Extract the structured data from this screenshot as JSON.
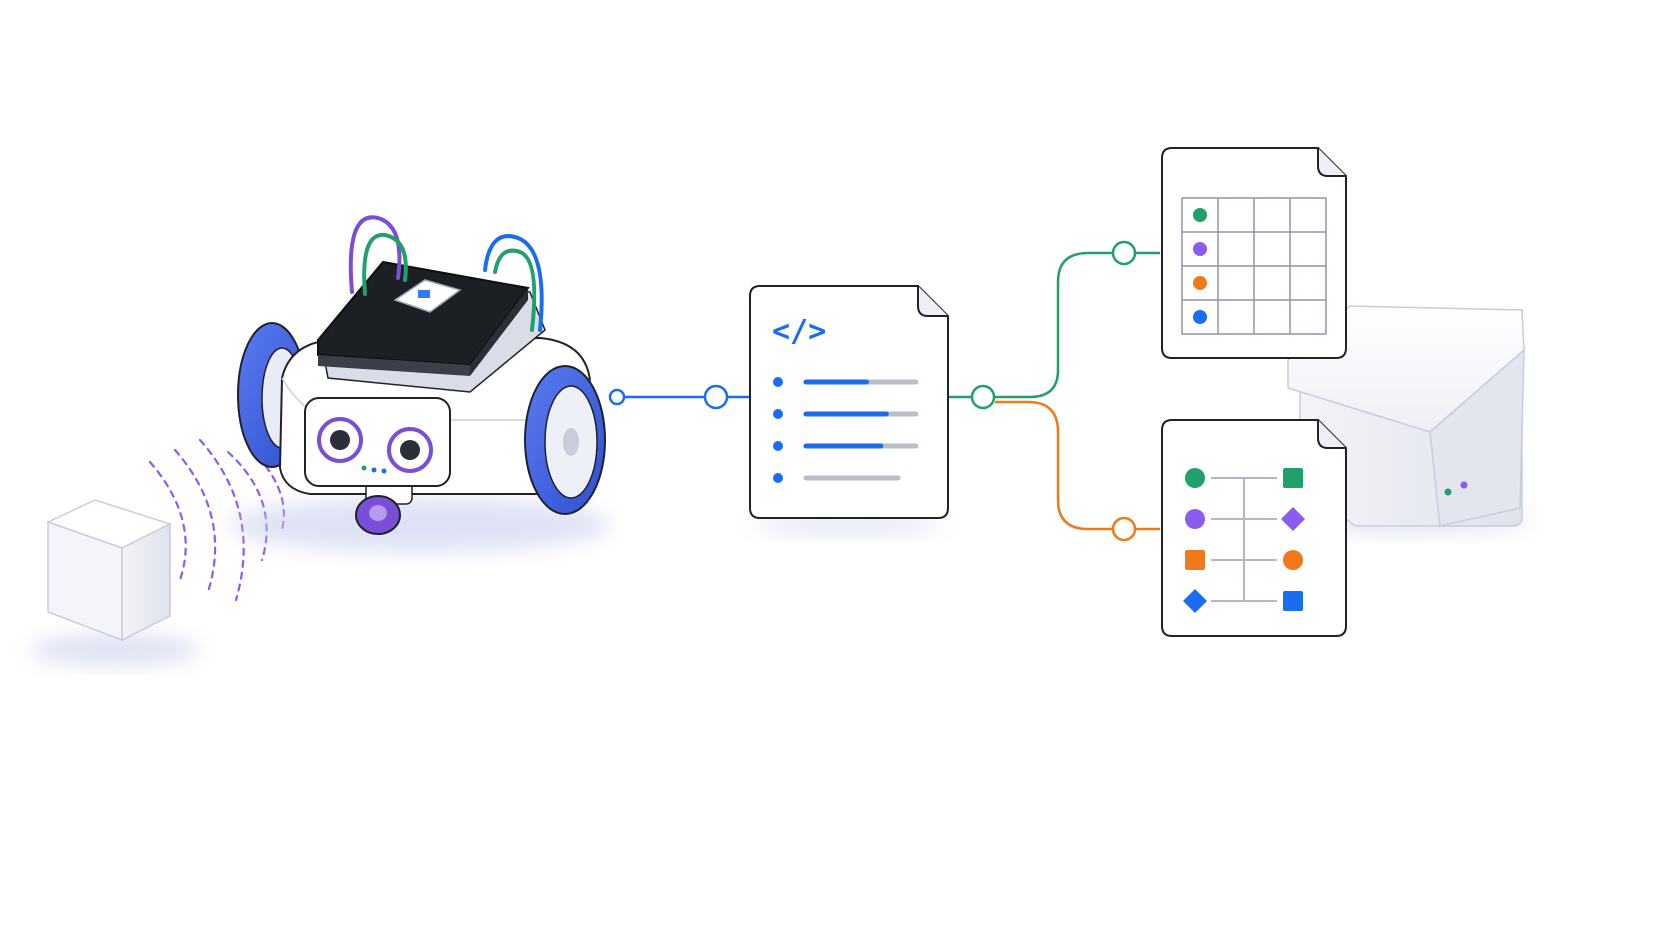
{
  "diagram": {
    "colors": {
      "blue": "#1a6df0",
      "green": "#22a06b",
      "orange": "#f07a1a",
      "purple": "#8a5cf0",
      "gray": "#b9bec8",
      "outline": "#1f2329",
      "board": "#1c1f24",
      "wheel": "#3b5fe0"
    },
    "nodes": [
      {
        "id": "obstacle",
        "icon": "cube-icon"
      },
      {
        "id": "robot",
        "icon": "robot-car-icon"
      },
      {
        "id": "code",
        "icon": "code-brackets-icon"
      },
      {
        "id": "table",
        "icon": "grid-table-icon"
      },
      {
        "id": "chart",
        "icon": "flow-chart-icon"
      },
      {
        "id": "storage",
        "icon": "storage-box-icon"
      }
    ],
    "code_doc": {
      "glyph": "</>",
      "line_fills": [
        0.55,
        0.73,
        0.68,
        0.0
      ]
    },
    "table_doc": {
      "row_markers": [
        "green",
        "purple",
        "orange",
        "blue"
      ],
      "rows": 4,
      "cols": 4
    },
    "chart_doc": {
      "left_shapes": [
        {
          "shape": "circle",
          "color": "green"
        },
        {
          "shape": "circle",
          "color": "purple"
        },
        {
          "shape": "square",
          "color": "orange"
        },
        {
          "shape": "diamond",
          "color": "blue"
        }
      ],
      "right_shapes": [
        {
          "shape": "square",
          "color": "green"
        },
        {
          "shape": "diamond",
          "color": "purple"
        },
        {
          "shape": "circle",
          "color": "orange"
        },
        {
          "shape": "square",
          "color": "blue"
        }
      ]
    },
    "connectors": [
      {
        "from": "robot",
        "to": "code",
        "color": "blue"
      },
      {
        "from": "code",
        "to": "table",
        "color": "green"
      },
      {
        "from": "code",
        "to": "chart",
        "color": "orange"
      }
    ]
  }
}
